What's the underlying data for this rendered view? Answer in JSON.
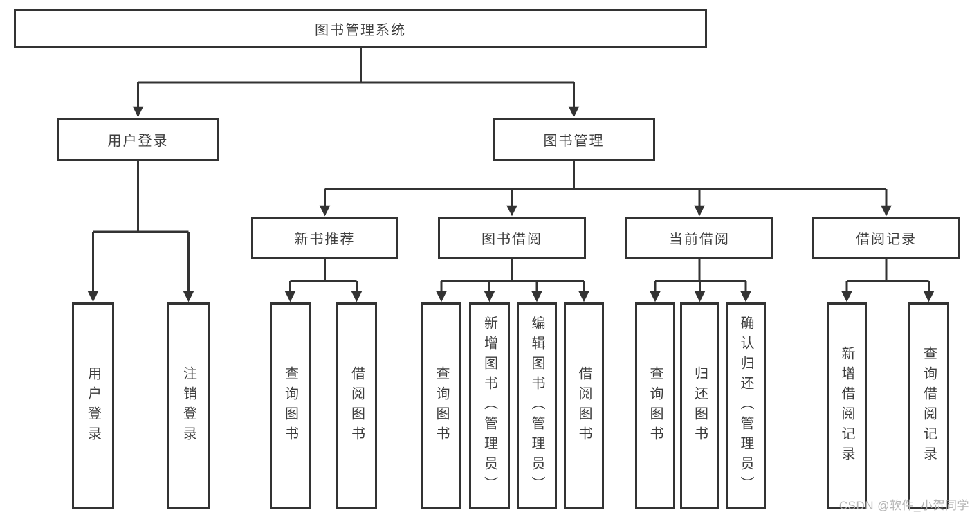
{
  "colors": {
    "line": "#333333",
    "box_border": "#333333",
    "box_fill": "#ffffff",
    "text": "#3d3d3d",
    "watermark_text": "#b4b4b4",
    "background": "#ffffff"
  },
  "watermark": "CSDN @软件_小贺同学",
  "tree": {
    "root": "图书管理系统",
    "branches": [
      {
        "label": "用户登录",
        "children": [
          "用户登录",
          "注销登录"
        ]
      },
      {
        "label": "图书管理",
        "sections": [
          {
            "label": "新书推荐",
            "children": [
              "查询图书",
              "借阅图书"
            ]
          },
          {
            "label": "图书借阅",
            "children": [
              "查询图书",
              "新增图书（管理员）",
              "编辑图书（管理员）",
              "借阅图书"
            ]
          },
          {
            "label": "当前借阅",
            "children": [
              "查询图书",
              "归还图书",
              "确认归还（管理员）"
            ]
          },
          {
            "label": "借阅记录",
            "children": [
              "新增借阅记录",
              "查询借阅记录"
            ]
          }
        ]
      }
    ]
  }
}
